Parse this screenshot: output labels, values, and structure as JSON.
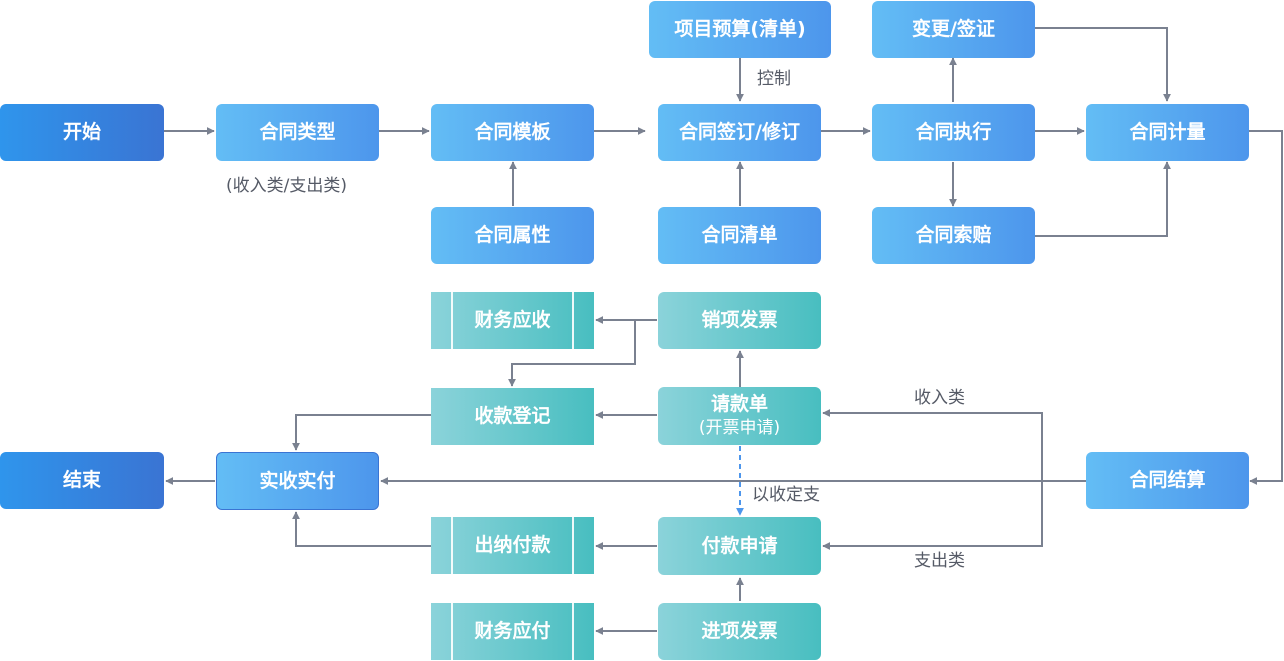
{
  "nodes": {
    "start": "开始",
    "contract_type": "合同类型",
    "contract_template": "合同模板",
    "contract_attribute": "合同属性",
    "project_budget": "项目预算(清单)",
    "contract_sign": "合同签订/修订",
    "contract_list": "合同清单",
    "change_visa": "变更/签证",
    "contract_execution": "合同执行",
    "contract_claim": "合同索赔",
    "contract_measure": "合同计量",
    "sales_invoice": "销项发票",
    "finance_receivable": "财务应收",
    "payment_request": "请款单",
    "payment_request_sub": "(开票申请)",
    "receipt_register": "收款登记",
    "end": "结束",
    "actual_receipt_payment": "实收实付",
    "contract_settlement": "合同结算",
    "cashier_payment": "出纳付款",
    "payment_application": "付款申请",
    "finance_payable": "财务应付",
    "purchase_invoice": "进项发票"
  },
  "labels": {
    "type_note": "(收入类/支出类)",
    "control": "控制",
    "income_type": "收入类",
    "expense_type": "支出类",
    "receipt_determines_payment": "以收定支"
  },
  "colors": {
    "primary_dark": "#3a74d3",
    "primary_light": "#63bdf5",
    "teal": "#48bec0",
    "connector": "#7a8190",
    "dashed_connector": "#4d96ec"
  }
}
